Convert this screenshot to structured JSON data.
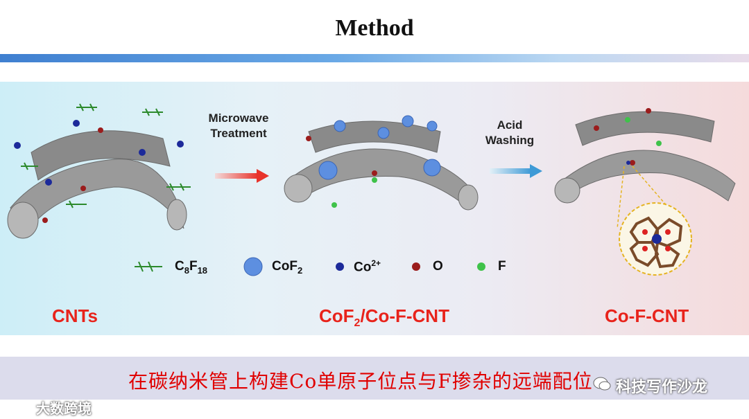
{
  "slide": {
    "title": "Method",
    "caption": "在碳纳米管上构建Co单原子位点与F掺杂的远端配位"
  },
  "steps": {
    "step1": [
      "Microwave",
      "Treatment"
    ],
    "step2": [
      "Acid",
      "Washing"
    ]
  },
  "labels": {
    "cnts": "CNTs",
    "middle": {
      "part1": "CoF",
      "sub": "2",
      "part2": "/Co-F-CNT"
    },
    "right": "Co-F-CNT"
  },
  "legend": {
    "c8f18": {
      "main1": "C",
      "sub1": "8",
      "main2": "F",
      "sub2": "18"
    },
    "cof2": {
      "main": "CoF",
      "sub": "2"
    },
    "co": {
      "main": "Co",
      "sup": "2+"
    },
    "o": "O",
    "f": "F"
  },
  "watermarks": {
    "left": "大数跨境",
    "right": "科技写作沙龙"
  },
  "colors": {
    "label_red": "#e8231b",
    "caption_red": "#e00000",
    "tube_gray": "#8c8c8c",
    "co_blue": "#1c2a9a",
    "o_red": "#9b1c1c",
    "f_green": "#3fc24a",
    "cof2_blue": "#5d8fe0"
  }
}
